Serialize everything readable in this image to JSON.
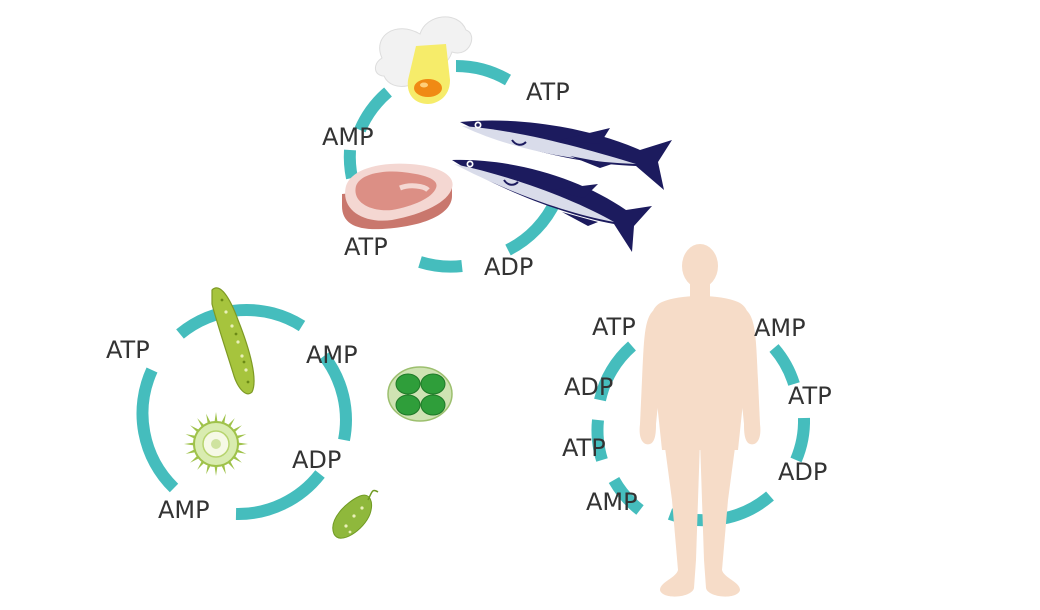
{
  "colors": {
    "cycle_ring": "#45bdbd",
    "text": "#333333",
    "skin": "#f6dcc8",
    "fish_dark": "#1c1b5e",
    "fish_light": "#d9dcea",
    "meat": "#dc8f85",
    "algae_green": "#a6c43d",
    "algae_dark": "#2f9e3a"
  },
  "icons": [
    "egg-icon",
    "fish-icon",
    "meat-icon",
    "euglena-icon",
    "algae-cell-icon",
    "radiolarian-icon",
    "protozoa-icon",
    "human-body-icon"
  ],
  "cycles": {
    "food": {
      "labels": [
        "ATP",
        "AMP",
        "ATP",
        "ADP"
      ]
    },
    "microbe": {
      "labels": [
        "ATP",
        "AMP",
        "ADP",
        "AMP"
      ]
    },
    "human": {
      "labels": [
        "ATP",
        "ADP",
        "ATP",
        "AMP",
        "AMP",
        "ATP",
        "ADP"
      ]
    }
  }
}
